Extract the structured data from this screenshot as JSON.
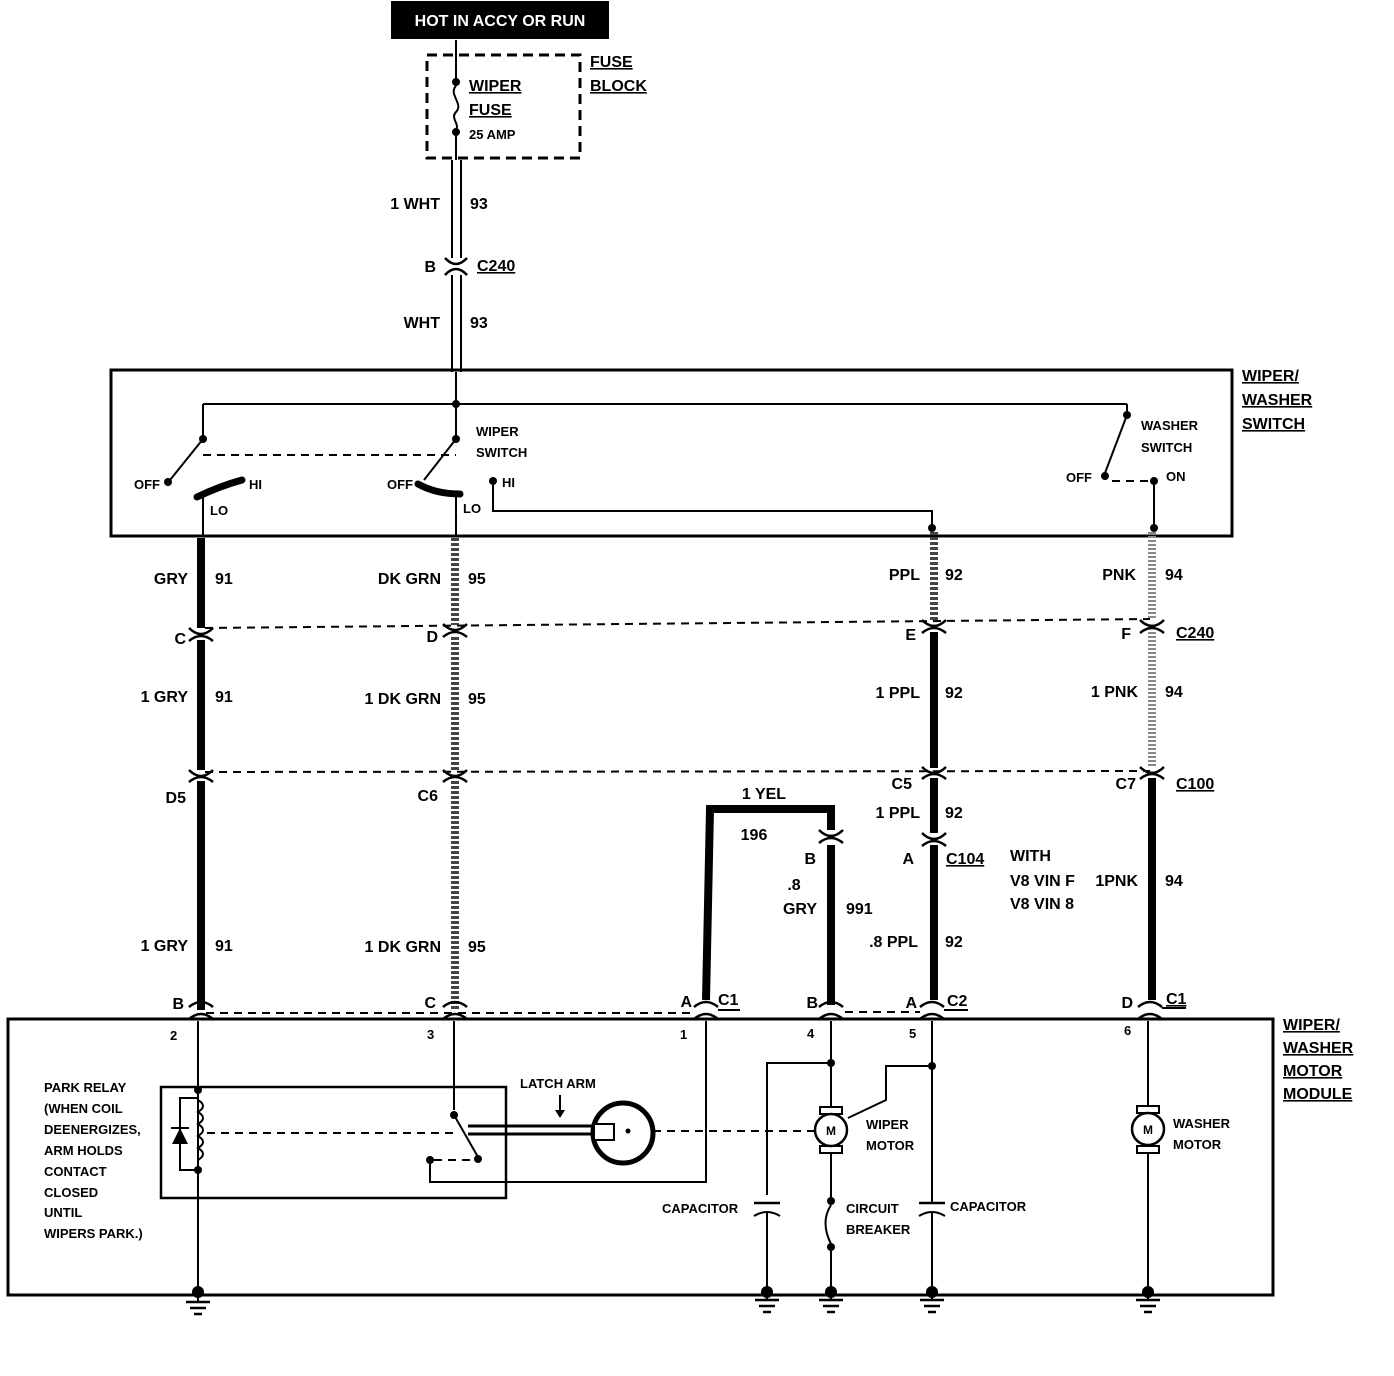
{
  "header": {
    "power_label": "HOT IN ACCY OR RUN"
  },
  "fuse_block": {
    "title_line1": "FUSE",
    "title_line2": "BLOCK",
    "fuse_name_line1": "WIPER",
    "fuse_name_line2": "FUSE",
    "rating": "25 AMP"
  },
  "feed": {
    "wire_top_color": "1 WHT",
    "wire_top_circuit": "93",
    "connector_pin": "B",
    "connector": "C240",
    "wire_bottom_color": "WHT",
    "wire_bottom_circuit": "93"
  },
  "switch_module": {
    "title_line1": "WIPER/",
    "title_line2": "WASHER",
    "title_line3": "SWITCH",
    "wiper_switch_line1": "WIPER",
    "wiper_switch_line2": "SWITCH",
    "washer_switch_line1": "WASHER",
    "washer_switch_line2": "SWITCH",
    "left_off": "OFF",
    "left_hi": "HI",
    "left_lo": "LO",
    "mid_off": "OFF",
    "mid_hi": "HI",
    "mid_lo": "LO",
    "washer_off": "OFF",
    "washer_on": "ON"
  },
  "wires": {
    "gry": {
      "upper_color": "GRY",
      "upper_circuit": "91",
      "pin_c240": "C",
      "mid_color": "1 GRY",
      "mid_circuit": "91",
      "pin_c100": "D5",
      "lower_color": "1 GRY",
      "lower_circuit": "91",
      "pin_module": "B",
      "module_terminal": "2"
    },
    "dkgrn": {
      "upper_color": "DK GRN",
      "upper_circuit": "95",
      "pin_c240": "D",
      "mid_color": "1 DK GRN",
      "mid_circuit": "95",
      "pin_c100": "C6",
      "lower_color": "1 DK GRN",
      "lower_circuit": "95",
      "pin_module": "C",
      "module_terminal": "3"
    },
    "ppl": {
      "upper_color": "PPL",
      "upper_circuit": "92",
      "pin_c240": "E",
      "mid_color": "1 PPL",
      "mid_circuit": "92",
      "pin_c100": "C5",
      "c100_color": "1 PPL",
      "c100_circuit": "92",
      "pin_c104": "A",
      "c104": "C104",
      "lower_color": ".8 PPL",
      "lower_circuit": "92",
      "pin_module": "A",
      "module_connector": "C2",
      "module_terminal": "5"
    },
    "pnk": {
      "upper_color": "PNK",
      "upper_circuit": "94",
      "pin_c240": "F",
      "c240": "C240",
      "mid_color": "1 PNK",
      "mid_circuit": "94",
      "pin_c100": "C7",
      "c100": "C100",
      "lower_color": "1PNK",
      "lower_circuit": "94",
      "pin_module": "D",
      "module_connector": "C1",
      "module_terminal": "6"
    },
    "yel": {
      "color": "1 YEL",
      "circuit": "196",
      "pin_module": "A",
      "module_connector": "C1",
      "module_terminal": "1"
    },
    "gry991": {
      "pin_top": "B",
      "color_line1": ".8",
      "color_line2": "GRY",
      "circuit": "991",
      "pin_module": "B",
      "module_terminal": "4"
    }
  },
  "notes": {
    "with_line1": "WITH",
    "with_line2": "V8 VIN F",
    "with_line3": "V8 VIN 8"
  },
  "motor_module": {
    "title_line1": "WIPER/",
    "title_line2": "WASHER",
    "title_line3": "MOTOR",
    "title_line4": "MODULE",
    "park_relay_line1": "PARK RELAY",
    "park_relay_line2": "(WHEN COIL",
    "park_relay_line3": "DEENERGIZES,",
    "park_relay_line4": "ARM HOLDS",
    "park_relay_line5": "CONTACT",
    "park_relay_line6": "CLOSED",
    "park_relay_line7": "UNTIL",
    "park_relay_line8": "WIPERS PARK.)",
    "latch_arm": "LATCH ARM",
    "capacitor_left": "CAPACITOR",
    "capacitor_right": "CAPACITOR",
    "wiper_motor_line1": "WIPER",
    "wiper_motor_line2": "MOTOR",
    "washer_motor_line1": "WASHER",
    "washer_motor_line2": "MOTOR",
    "circuit_breaker_line1": "CIRCUIT",
    "circuit_breaker_line2": "BREAKER",
    "motor_symbol": "M"
  }
}
